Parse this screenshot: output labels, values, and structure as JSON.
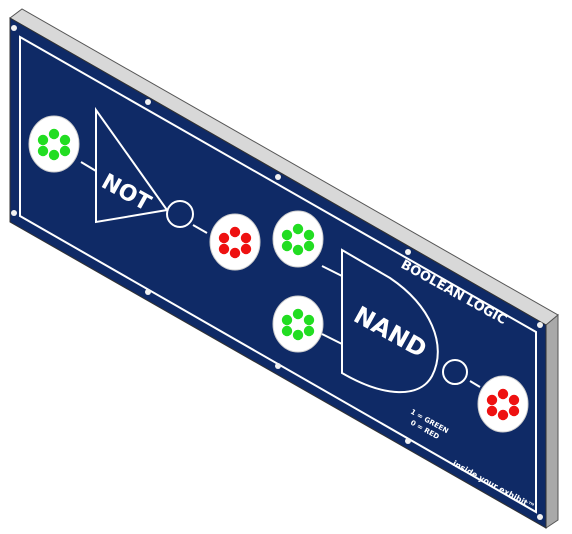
{
  "panel": {
    "title": "BOOLEAN LOGIC",
    "colors": {
      "panel_face": "#0f2a66",
      "panel_edge": "#c8c8c8",
      "panel_edge_dark": "#8c8c8c",
      "line": "#ffffff",
      "led_on_input": "#22dd22",
      "led_on_output": "#ee1111"
    }
  },
  "gates": {
    "not_label": "NOT",
    "nand_label": "NAND"
  },
  "legend": {
    "line1": "1 = GREEN",
    "line2": "0 = RED"
  },
  "footer_text": "inside your exhibit™",
  "lights": [
    {
      "id": "not-input",
      "state": "green"
    },
    {
      "id": "not-output",
      "state": "red"
    },
    {
      "id": "nand-input-a",
      "state": "green"
    },
    {
      "id": "nand-input-b",
      "state": "green"
    },
    {
      "id": "nand-output",
      "state": "red"
    }
  ]
}
